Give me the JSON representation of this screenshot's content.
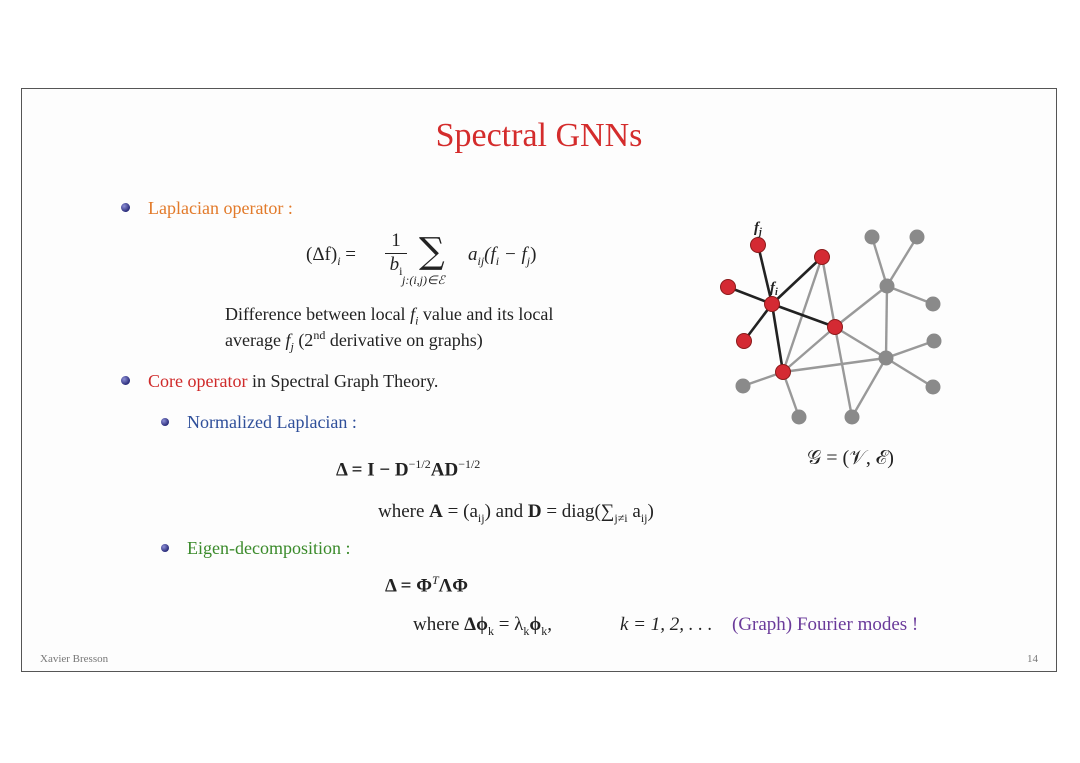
{
  "slide": {
    "title": "Spectral GNNs",
    "bullet1": {
      "label": "Laplacian operator :",
      "formula_lhs": "(Δf)",
      "formula_sub_i": "i",
      "formula_eq": " = ",
      "frac_num": "1",
      "frac_den": "b",
      "frac_den_sub": "i",
      "sum_symbol": "∑",
      "sum_index": "j:(i,j)∈ℰ",
      "formula_rhs": "a",
      "formula_rhs_sub": "ij",
      "formula_rhs_tail": "(f",
      "rhs_fi_sub": "i",
      "rhs_minus": " − f",
      "rhs_fj_sub": "j",
      "rhs_close": ")",
      "desc_line1_a": "Difference between local ",
      "desc_line1_f": "f",
      "desc_line1_fsub": "i",
      "desc_line1_b": " value and its local",
      "desc_line2_a": "average ",
      "desc_line2_f": "f",
      "desc_line2_fsub": "j",
      "desc_line2_b": " (2",
      "desc_line2_sup": "nd",
      "desc_line2_c": " derivative on graphs)"
    },
    "bullet2": {
      "label_colored": "Core operator",
      "label_rest": " in Spectral Graph Theory."
    },
    "sub1": {
      "label": "Normalized Laplacian :",
      "eq_main": "Δ = I − D",
      "eq_sup1": "−1/2",
      "eq_mid": "AD",
      "eq_sup2": "−1/2",
      "where_a": "where ",
      "where_A": "A",
      "where_b": " = (a",
      "where_bsub": "ij",
      "where_c": ") and ",
      "where_D": "D",
      "where_d": " = diag(∑",
      "where_dsub": "j≠i",
      "where_e": " a",
      "where_esub": "ij",
      "where_f": ")"
    },
    "sub2": {
      "label": "Eigen-decomposition :",
      "eq_a": "Δ = Φ",
      "eq_sup": "T",
      "eq_b": "ΛΦ",
      "where_a": "where ",
      "where_b": "Δϕ",
      "where_bsub": "k",
      "where_c": " = λ",
      "where_csub": "k",
      "where_d": "ϕ",
      "where_dsub": "k",
      "where_e": ",",
      "k_range": "k = 1, 2, . . .",
      "fourier": "(Graph) Fourier modes !"
    },
    "graph_caption": "𝒢 = (𝒱, ℰ)",
    "graph_label_fj": "f",
    "graph_label_fj_sub": "j",
    "graph_label_fi": "f",
    "graph_label_fi_sub": "i",
    "footer_author": "Xavier Bresson",
    "footer_page": "14"
  }
}
